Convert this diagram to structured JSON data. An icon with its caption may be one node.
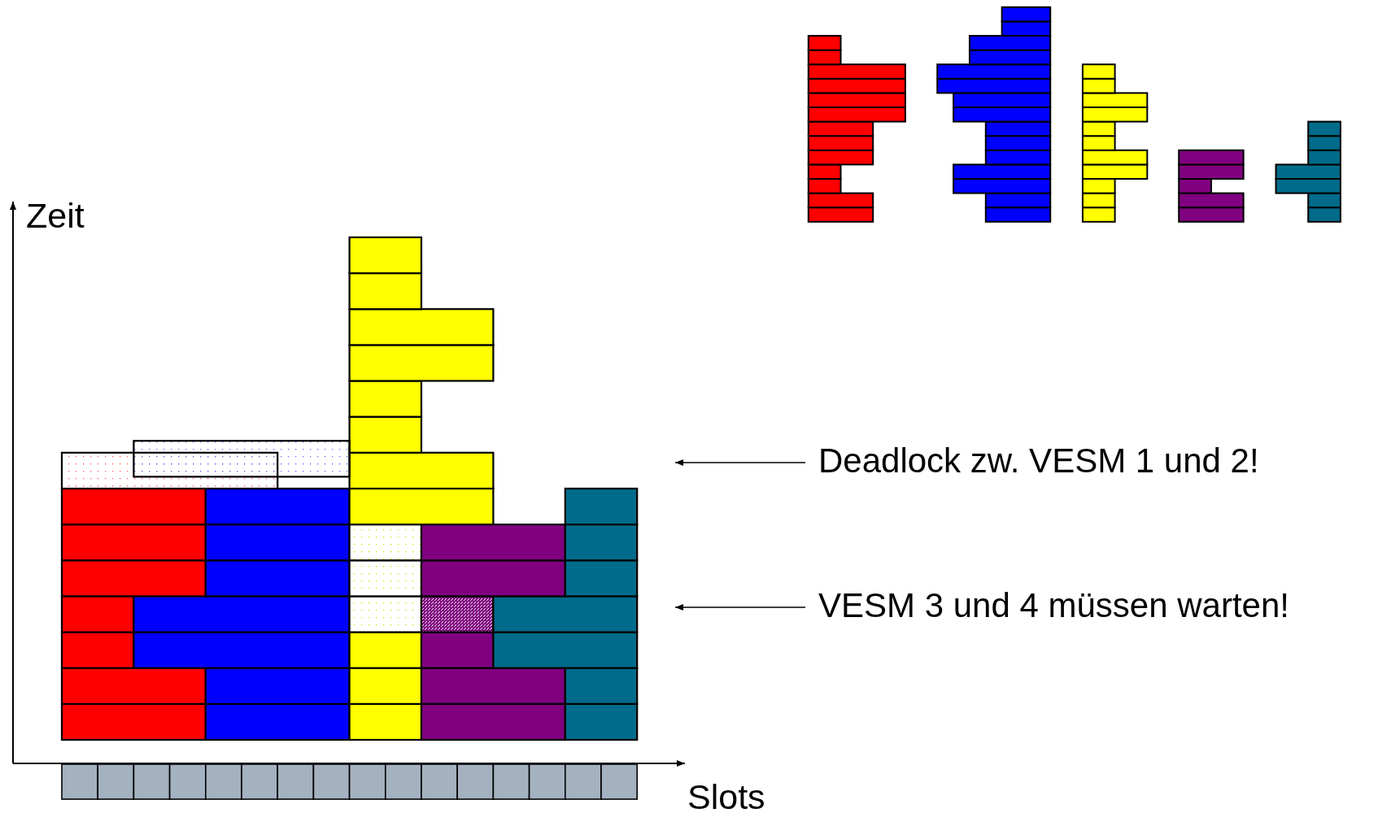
{
  "diagram": {
    "nodes": [
      {
        "text": [
          "Deadlock zw. VESM 1 und 2!"
        ]
      },
      {
        "text": [
          "VESM 3 und 4 müssen warten!"
        ]
      }
    ],
    "edges": [
      {
        "from": 0,
        "to": null,
        "arrow": "to"
      },
      {
        "from": 1,
        "to": null,
        "arrow": "to"
      }
    ],
    "labels": [
      "Zeit",
      "Slots"
    ]
  }
}
